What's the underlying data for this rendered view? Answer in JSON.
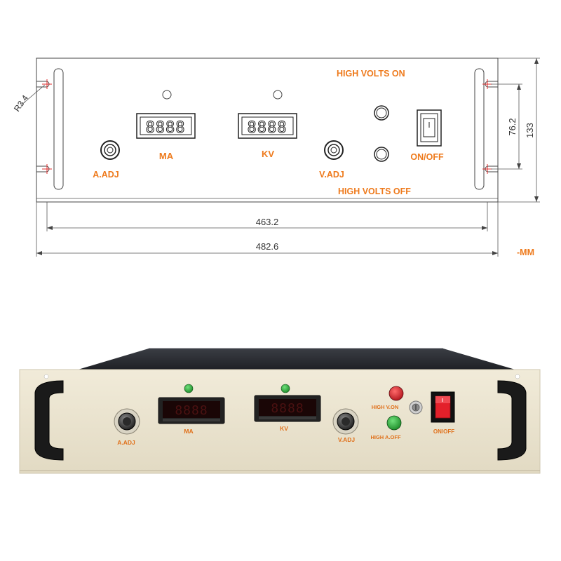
{
  "drawing": {
    "labels": {
      "high_volts_on": "HIGH VOLTS ON",
      "high_volts_off": "HIGH VOLTS OFF",
      "ma": "MA",
      "kv": "KV",
      "a_adj": "A.ADJ",
      "v_adj": "V.ADJ",
      "on_off": "ON/OFF"
    },
    "dimensions": {
      "radius": "R3.4",
      "hole_spacing": "76.2",
      "panel_height": "133",
      "inner_width": "463.2",
      "overall_width": "482.6",
      "unit": "-MM"
    },
    "display_digits": "8888"
  },
  "photo": {
    "labels": {
      "a_adj": "A.ADJ",
      "ma": "MA",
      "kv": "KV",
      "v_adj": "V.ADJ",
      "high_v_on": "HIGH V.ON",
      "high_a_off": "HIGH A.OFF",
      "on_off": "ON/OFF"
    },
    "colors": {
      "panel": "#ede6d2",
      "label": "#e0701a",
      "red_button": "#d8232a",
      "green_button": "#2fa83a",
      "rocker_switch": "#e3202a"
    }
  }
}
